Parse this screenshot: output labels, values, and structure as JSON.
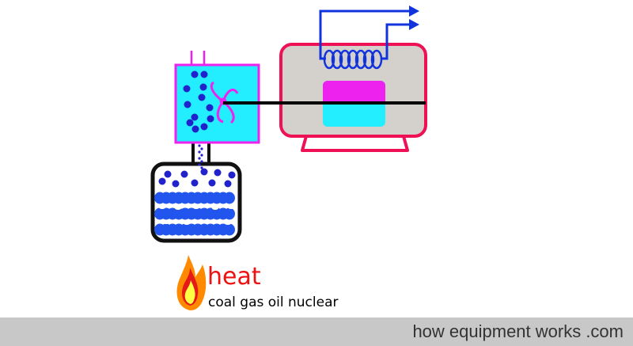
{
  "colors": {
    "boiler_outline": "#111111",
    "water": "#2255ee",
    "steam": "#2222cc",
    "turbine_casing": "#ee22ee",
    "turbine_fill": "#22eeff",
    "generator_outline": "#ee1155",
    "generator_body": "#d4d0cc",
    "magnet": "#ee22ee",
    "stator": "#22eeff",
    "wire": "#1133dd",
    "shaft": "#000000",
    "flame_outer": "#ff8a00",
    "flame_inner": "#e51919",
    "flame_core": "#ffff44",
    "heat_text": "#ee1111",
    "fuel_text": "#000000",
    "footer_bg": "#c8c8c8",
    "footer_text": "#333333"
  },
  "heat_label": "heat",
  "fuel_label": "coal gas oil nuclear",
  "footer": {
    "text": "how equipment works .com"
  },
  "icons": {
    "flame": "flame-icon",
    "turbine": "turbine-icon",
    "generator": "generator-icon",
    "boiler": "boiler-icon"
  }
}
